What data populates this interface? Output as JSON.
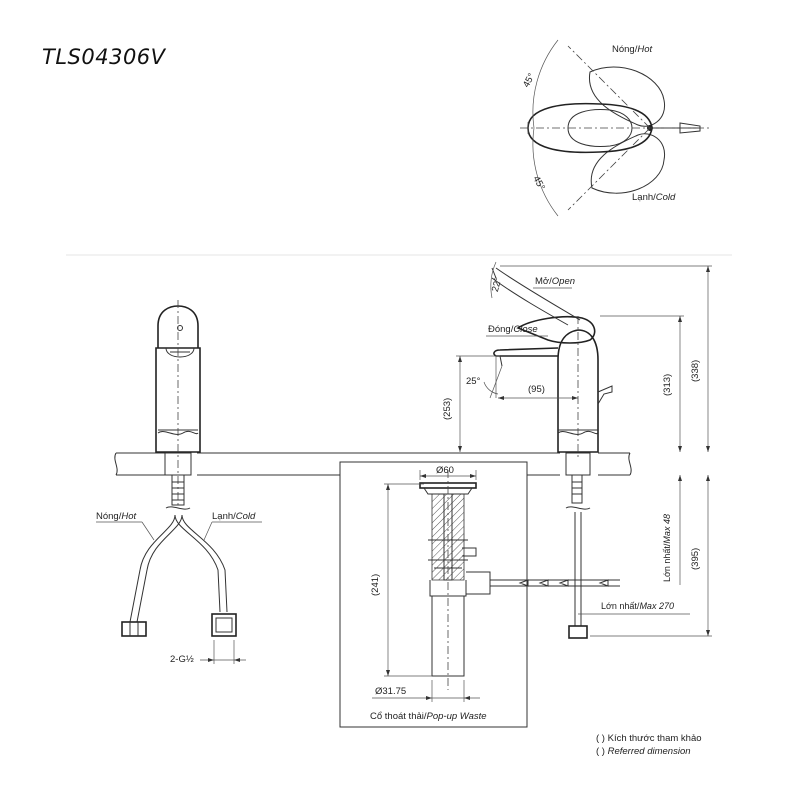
{
  "model": "TLS04306V",
  "top_view": {
    "hot_label": "Nóng/",
    "hot_label_en": "Hot",
    "cold_label": "Lạnh/",
    "cold_label_en": "Cold",
    "angle_top": "45°",
    "angle_bottom": "45°"
  },
  "side_view": {
    "open_label": "Mở/",
    "open_label_en": "Open",
    "close_label": "Đóng/",
    "close_label_en": "Close",
    "angle_open": "22°",
    "angle_spout": "25°",
    "dim_reach": "(95)",
    "dim_spout_height": "(253)",
    "dim_body_height": "(313)",
    "dim_total_height": "(338)",
    "dim_below_deck": "(395)",
    "max_thickness": "Lớn nhất/",
    "max_thickness_en": "Max 48",
    "max_270": "Lớn nhất/",
    "max_270_en": "Max 270"
  },
  "front_view": {
    "hot_label": "Nóng/",
    "hot_label_en": "Hot",
    "cold_label": "Lạnh/",
    "cold_label_en": "Cold",
    "thread": "2-G½"
  },
  "waste": {
    "diameter_top": "Ø60",
    "height": "(241)",
    "diameter_bottom": "Ø31.75",
    "caption": "Cổ thoát thải/",
    "caption_en": "Pop-up Waste"
  },
  "legend": {
    "line1": "(    ) Kích thước tham khảo",
    "line2_prefix": "(    ) ",
    "line2": "Referred dimension"
  }
}
